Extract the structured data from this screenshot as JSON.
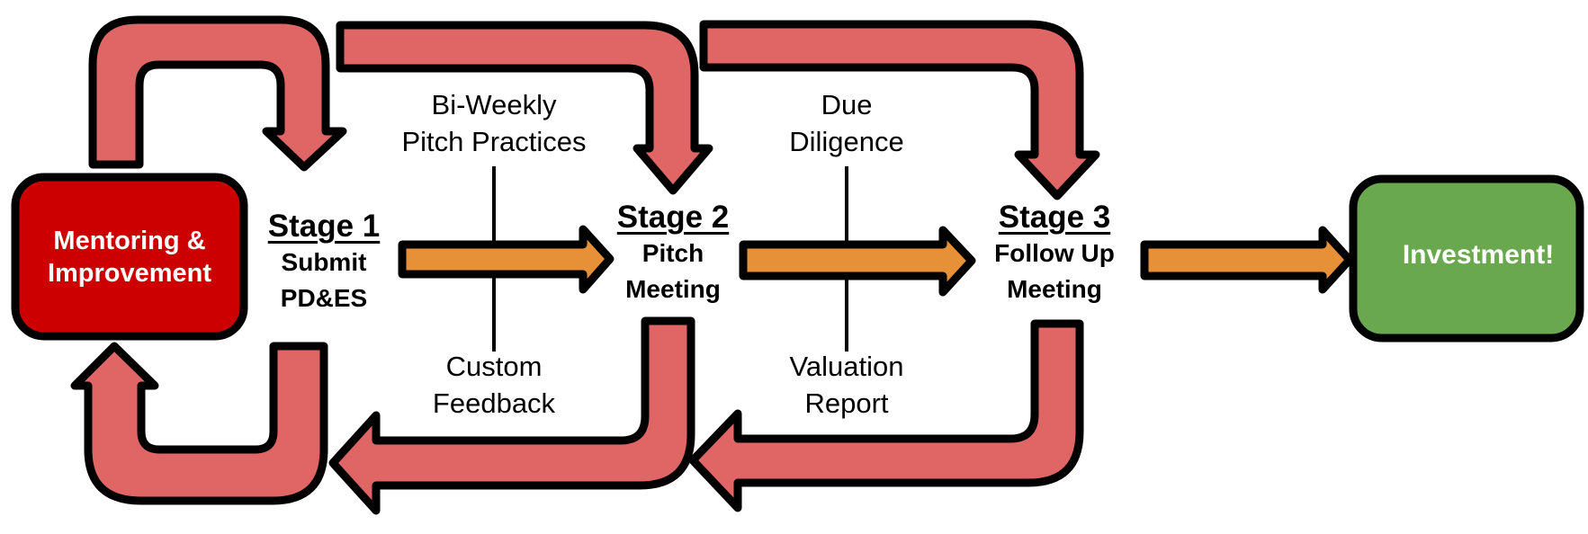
{
  "colors": {
    "mentoring_box": "#CC0000",
    "loop_arrow": "#E06666",
    "forward_arrow": "#E69138",
    "investment_box": "#6AA84F",
    "outline": "#000000"
  },
  "nodes": {
    "mentoring": {
      "line1": "Mentoring &",
      "line2": "Improvement"
    },
    "investment": {
      "label": "Investment!"
    }
  },
  "stages": [
    {
      "title": "Stage 1",
      "line1": "Submit",
      "line2": "PD&ES"
    },
    {
      "title": "Stage 2",
      "line1": "Pitch",
      "line2": "Meeting"
    },
    {
      "title": "Stage 3",
      "line1": "Follow Up",
      "line2": "Meeting"
    }
  ],
  "annotations": {
    "stage1_to_2_above": {
      "line1": "Bi-Weekly",
      "line2": "Pitch Practices"
    },
    "stage1_to_2_below": {
      "line1": "Custom",
      "line2": "Feedback"
    },
    "stage2_to_3_above": {
      "line1": "Due",
      "line2": "Diligence"
    },
    "stage2_to_3_below": {
      "line1": "Valuation",
      "line2": "Report"
    }
  }
}
